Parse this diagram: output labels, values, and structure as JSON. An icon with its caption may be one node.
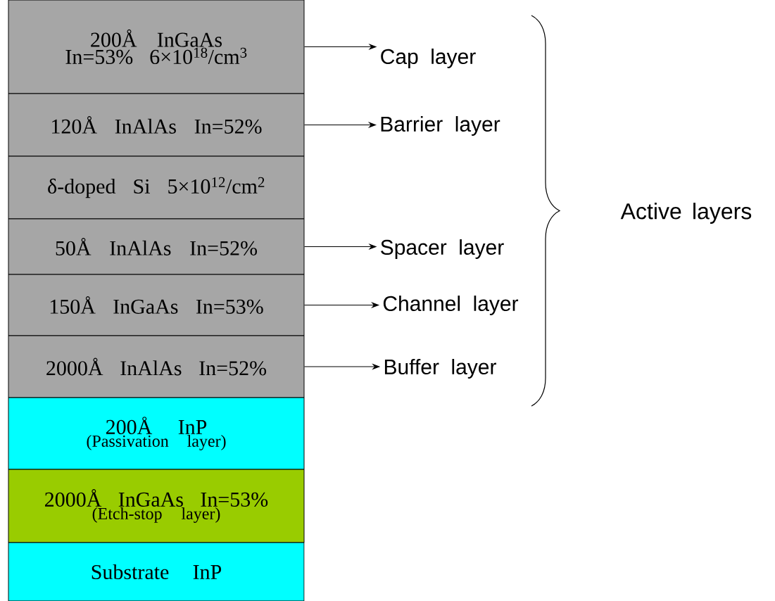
{
  "diagram": {
    "nodes": [
      {
        "text": [
          "200Å InGaAs In=53% 6×10$^{18}$/cm$^{3}$"
        ]
      },
      {
        "text": [
          "120Å InAlAs In=52%"
        ]
      },
      {
        "text": [
          "δ-doped Si 5×10$^{12}$/cm$^{2}$"
        ]
      },
      {
        "text": [
          "50Å InAlAs In=52%"
        ]
      },
      {
        "text": [
          "150Å InGaAs In=53%"
        ]
      },
      {
        "text": [
          "2000Å InAlAs In=52%"
        ]
      },
      {
        "text": [
          "200Å   InP",
          "(Passivation layer)"
        ]
      },
      {
        "text": [
          "2000Å InGaAs In=53%",
          "(Etch-stop layer)"
        ]
      },
      {
        "text": [
          "Substrate InP"
        ]
      },
      {
        "text": [
          "Cap layer"
        ]
      },
      {
        "text": [
          "Barrier layer"
        ]
      },
      {
        "text": [
          "Spacer layer"
        ]
      },
      {
        "text": [
          "Channel layer"
        ]
      },
      {
        "text": [
          "Buffer layer"
        ]
      }
    ],
    "edges": [
      {
        "from": 0,
        "to": 9,
        "arrow": "to"
      },
      {
        "from": 1,
        "to": 10,
        "arrow": "to"
      },
      {
        "from": 3,
        "to": 11,
        "arrow": "to"
      },
      {
        "from": 4,
        "to": 12,
        "arrow": "to"
      },
      {
        "from": 5,
        "to": 13,
        "arrow": "to"
      }
    ],
    "labels": [
      "Active layers"
    ]
  }
}
